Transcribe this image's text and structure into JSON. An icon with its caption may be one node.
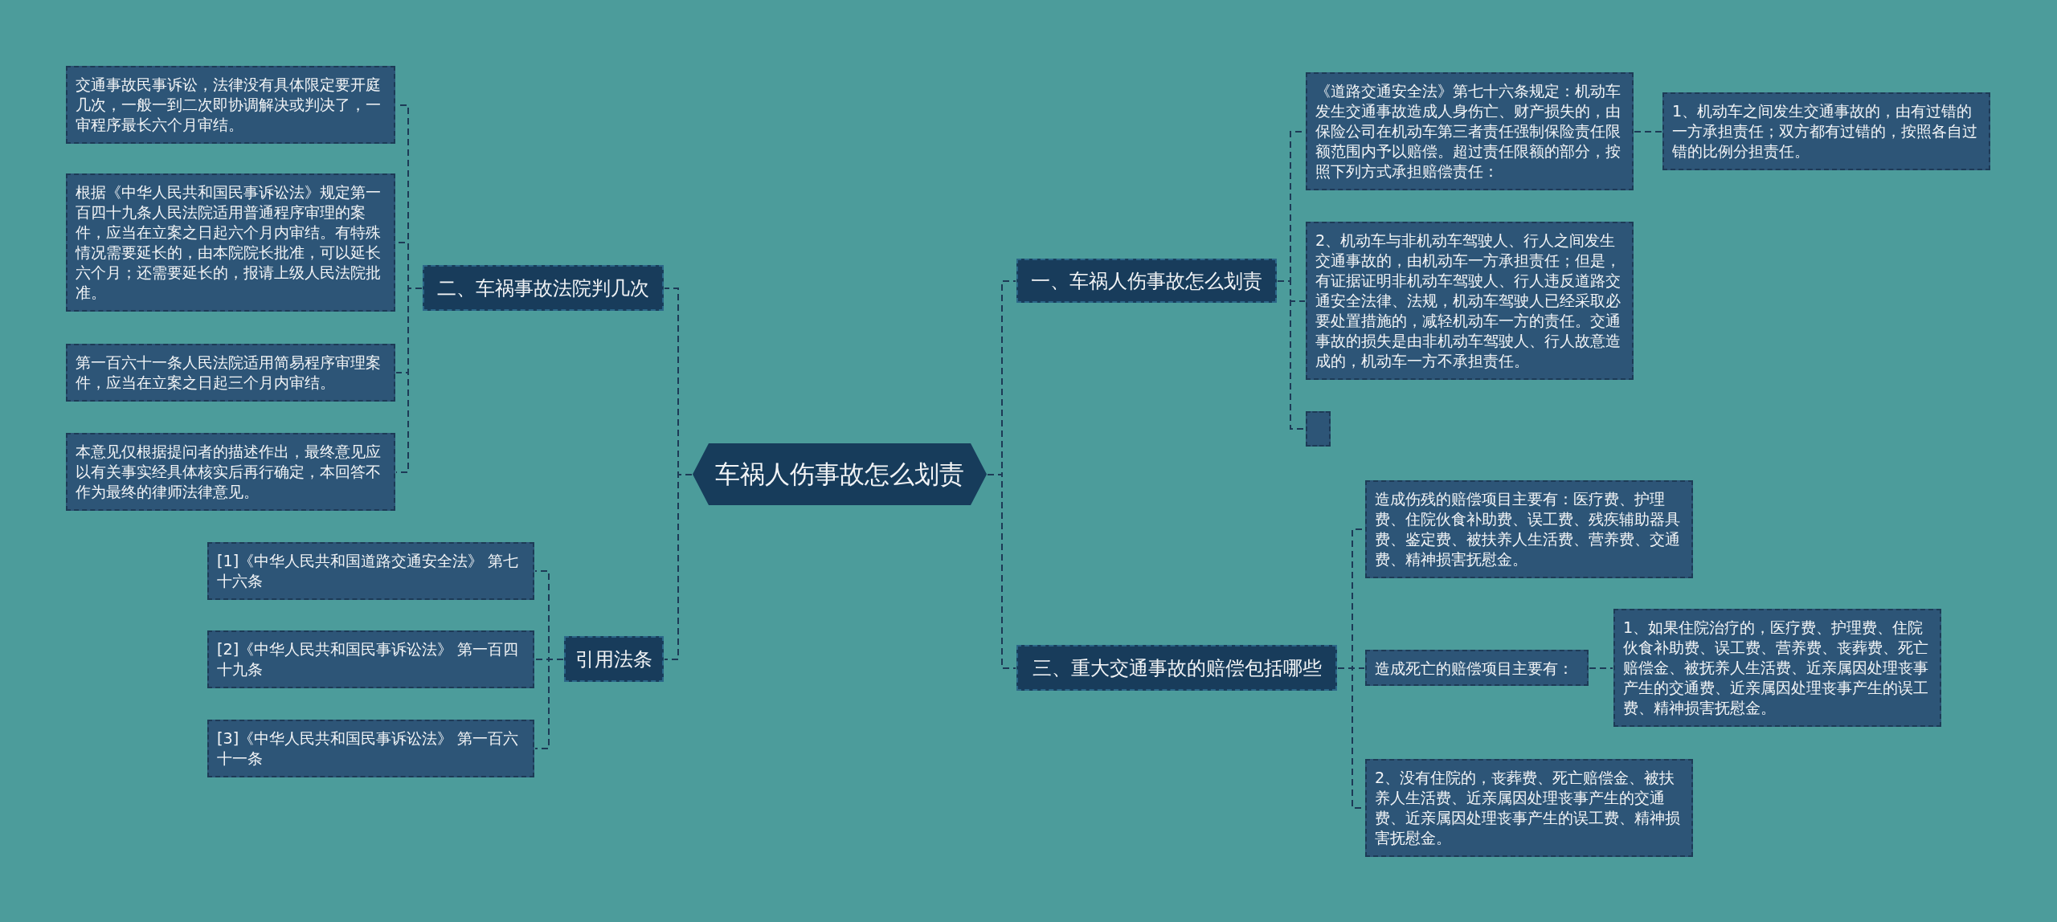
{
  "diagram": {
    "nodes": [
      {
        "text": [
          "车祸人伤事故怎么划责"
        ]
      },
      {
        "text": [
          "二、车祸事故法院判几次"
        ]
      },
      {
        "text": [
          "交通事故民事诉讼，法律没有具体限定要开庭几次，一般一到二次即协调解决或判决了，一审程序最长六个月审结。"
        ]
      },
      {
        "text": [
          "根据《中华人民共和国民事诉讼法》规定第一百四十九条人民法院适用普通程序审理的案件，应当在立案之日起六个月内审结。有特殊情况需要延长的，由本院院长批准，可以延长六个月；还需要延长的，报请上级人民法院批准。"
        ]
      },
      {
        "text": [
          "第一百六十一条人民法院适用简易程序审理案件，应当在立案之日起三个月内审结。"
        ]
      },
      {
        "text": [
          "本意见仅根据提问者的描述作出，最终意见应以有关事实经具体核实后再行确定，本回答不作为最终的律师法律意见。"
        ]
      },
      {
        "text": [
          "引用法条"
        ]
      },
      {
        "text": [
          "[1]《中华人民共和国道路交通安全法》 第七十六条"
        ]
      },
      {
        "text": [
          "[2]《中华人民共和国民事诉讼法》 第一百四十九条"
        ]
      },
      {
        "text": [
          "[3]《中华人民共和国民事诉讼法》 第一百六十一条"
        ]
      },
      {
        "text": [
          "一、车祸人伤事故怎么划责"
        ]
      },
      {
        "text": [
          "《道路交通安全法》第七十六条规定：机动车发生交通事故造成人身伤亡、财产损失的，由保险公司在机动车第三者责任强制保险责任限额范围内予以赔偿。超过责任限额的部分，按照下列方式承担赔偿责任："
        ]
      },
      {
        "text": [
          "1、机动车之间发生交通事故的，由有过错的一方承担责任；双方都有过错的，按照各自过错的比例分担责任。"
        ]
      },
      {
        "text": [
          "2、机动车与非机动车驾驶人、行人之间发生交通事故的，由机动车一方承担责任；但是，有证据证明非机动车驾驶人、行人违反道路交通安全法律、法规，机动车驾驶人已经采取必要处置措施的，减轻机动车一方的责任。交通事故的损失是由非机动车驾驶人、行人故意造成的，机动车一方不承担责任。"
        ]
      },
      {
        "text": [],
        "shape": "box"
      },
      {
        "text": [
          "三、重大交通事故的赔偿包括哪些"
        ]
      },
      {
        "text": [
          "造成伤残的赔偿项目主要有：医疗费、护理费、住院伙食补助费、误工费、残疾辅助器具费、鉴定费、被扶养人生活费、营养费、交通费、精神损害抚慰金。"
        ]
      },
      {
        "text": [
          "造成死亡的赔偿项目主要有："
        ]
      },
      {
        "text": [
          "1、如果住院治疗的，医疗费、护理费、住院伙食补助费、误工费、营养费、丧葬费、死亡赔偿金、被抚养人生活费、近亲属因处理丧事产生的交通费、近亲属因处理丧事产生的误工费、精神损害抚慰金。"
        ]
      },
      {
        "text": [
          "2、没有住院的，丧葬费、死亡赔偿金、被扶养人生活费、近亲属因处理丧事产生的交通费、近亲属因处理丧事产生的误工费、精神损害抚慰金。"
        ]
      }
    ],
    "edges": [
      {
        "from": 0,
        "to": 1,
        "arrow": "none"
      },
      {
        "from": 1,
        "to": 2,
        "arrow": "none"
      },
      {
        "from": 1,
        "to": 3,
        "arrow": "none"
      },
      {
        "from": 1,
        "to": 4,
        "arrow": "none"
      },
      {
        "from": 1,
        "to": 5,
        "arrow": "none"
      },
      {
        "from": 0,
        "to": 6,
        "arrow": "none"
      },
      {
        "from": 6,
        "to": 7,
        "arrow": "none"
      },
      {
        "from": 6,
        "to": 8,
        "arrow": "none"
      },
      {
        "from": 6,
        "to": 9,
        "arrow": "none"
      },
      {
        "from": 0,
        "to": 10,
        "arrow": "none"
      },
      {
        "from": 10,
        "to": 11,
        "arrow": "none"
      },
      {
        "from": 11,
        "to": 12,
        "arrow": "none"
      },
      {
        "from": 10,
        "to": 13,
        "arrow": "none"
      },
      {
        "from": 10,
        "to": 14,
        "arrow": "none"
      },
      {
        "from": 0,
        "to": 15,
        "arrow": "none"
      },
      {
        "from": 15,
        "to": 16,
        "arrow": "none"
      },
      {
        "from": 15,
        "to": 17,
        "arrow": "none"
      },
      {
        "from": 17,
        "to": 18,
        "arrow": "none"
      },
      {
        "from": 15,
        "to": 19,
        "arrow": "none"
      }
    ]
  }
}
